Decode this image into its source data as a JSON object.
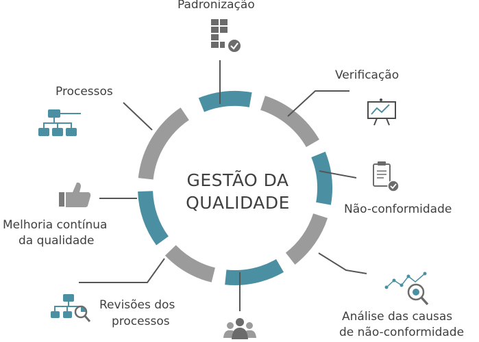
{
  "center": {
    "line1": "GESTÃO DA",
    "line2": "QUALIDADE"
  },
  "labels": {
    "padronizacao": "Padronização",
    "verificacao": "Verificação",
    "processos": "Processos",
    "nao_conformidade": "Não-conformidade",
    "melhoria_line1": "Melhoria contínua",
    "melhoria_line2": "da qualidade",
    "revisoes_line1": "Revisões dos",
    "revisoes_line2": "processos",
    "analise_line1": "Análise das causas",
    "analise_line2": "de não-conformidade"
  },
  "icons": [
    "grid-check-icon",
    "presentation-chart-icon",
    "hierarchy-icon",
    "clipboard-check-icon",
    "thumbs-up-icon",
    "hierarchy-search-icon",
    "team-icon",
    "chart-magnifier-icon"
  ],
  "colors": {
    "teal": "#4b8fa3",
    "gray": "#9b9b9b",
    "icon_dark": "#6b6b6b",
    "text": "#3f3f3f"
  }
}
